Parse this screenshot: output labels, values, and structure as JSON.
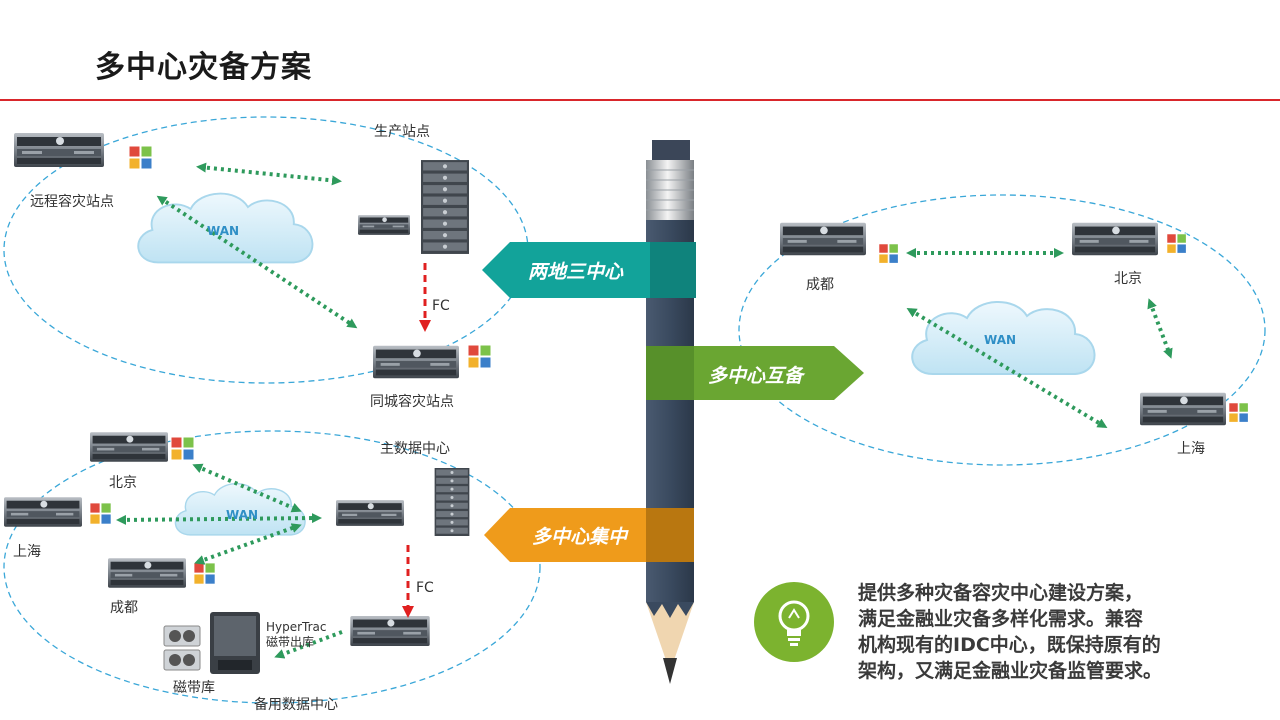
{
  "title": "多中心灾备方案",
  "colors": {
    "accent_red": "#d9262b",
    "teal": "#12a39a",
    "green": "#6aa632",
    "orange": "#ef9b1b",
    "arrow_green": "#2e9a5c",
    "arrow_red": "#e02020",
    "ellipse": "#3aa7d8"
  },
  "banners": {
    "two_site": "两地三中心",
    "mutual": "多中心互备",
    "central": "多中心集中"
  },
  "sec1": {
    "production": "生产站点",
    "remote_dr": "远程容灾站点",
    "local_dr": "同城容灾站点",
    "wan": "WAN",
    "fc": "FC"
  },
  "sec2": {
    "beijing": "北京",
    "shanghai": "上海",
    "chengdu": "成都",
    "main_dc": "主数据中心",
    "backup_dc": "备用数据中心",
    "tape_lib": "磁带库",
    "hypertrac": "HyperTrac",
    "tape_out": "磁带出库",
    "fc": "FC",
    "wan": "WAN"
  },
  "sec3": {
    "chengdu": "成都",
    "beijing": "北京",
    "shanghai": "上海",
    "wan": "WAN"
  },
  "note": {
    "lines": [
      "提供多种灾备容灾中心建设方案，",
      "满足金融业灾备多样化需求。兼容",
      "机构现有的IDC中心，既保持原有的",
      "架构，又满足金融业灾备监管要求。"
    ]
  },
  "icons": [
    "server-icon",
    "rack-icon",
    "cloud-icon",
    "db-cube-icon",
    "pencil-icon",
    "lightbulb-icon",
    "tape-icon"
  ]
}
